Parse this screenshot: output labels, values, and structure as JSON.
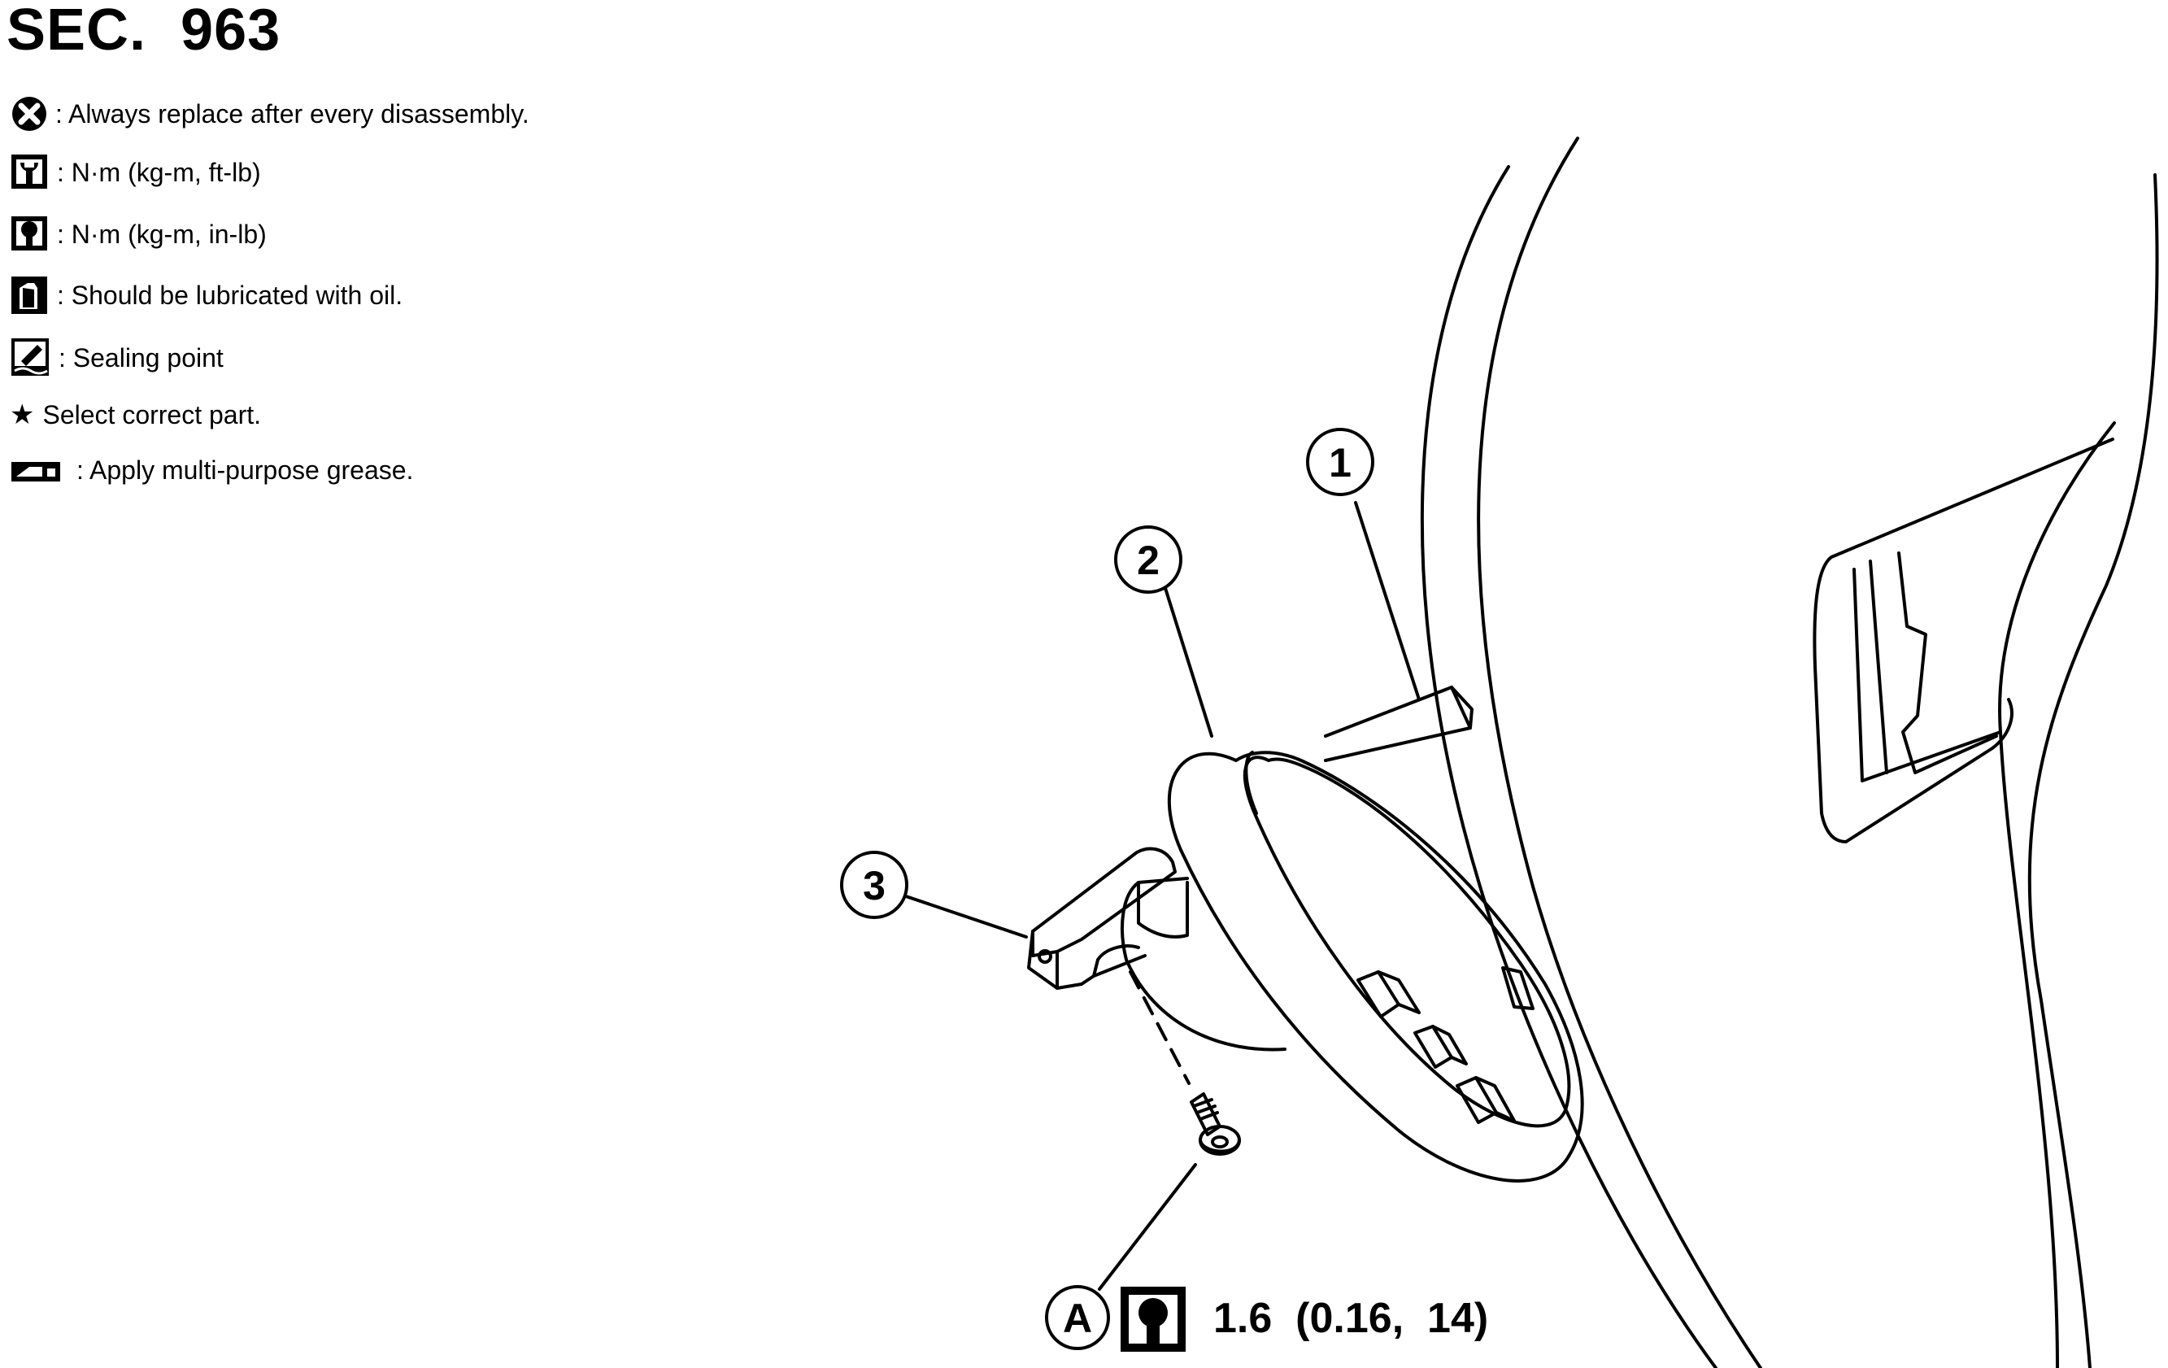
{
  "section": {
    "title": "SEC.  963"
  },
  "legend": [
    {
      "icon": "replace-circle-x-icon",
      "text": ": Always replace after every disassembly."
    },
    {
      "icon": "torque-wrench-icon",
      "text": ": N·m (kg-m, ft-lb)"
    },
    {
      "icon": "torque-wrench-filled-icon",
      "text": ": N·m (kg-m, in-lb)"
    },
    {
      "icon": "oil-can-icon",
      "text": ": Should be lubricated with oil."
    },
    {
      "icon": "sealing-point-icon",
      "text": ": Sealing point"
    },
    {
      "icon": "star-icon",
      "text": "Select correct part."
    },
    {
      "icon": "grease-icon",
      "text": ": Apply multi-purpose grease."
    }
  ],
  "callouts": [
    {
      "label": "1"
    },
    {
      "label": "2"
    },
    {
      "label": "3"
    }
  ],
  "torque": {
    "label": "A",
    "icon": "torque-wrench-filled-icon",
    "value": "1.6  (0.16,  14)"
  }
}
